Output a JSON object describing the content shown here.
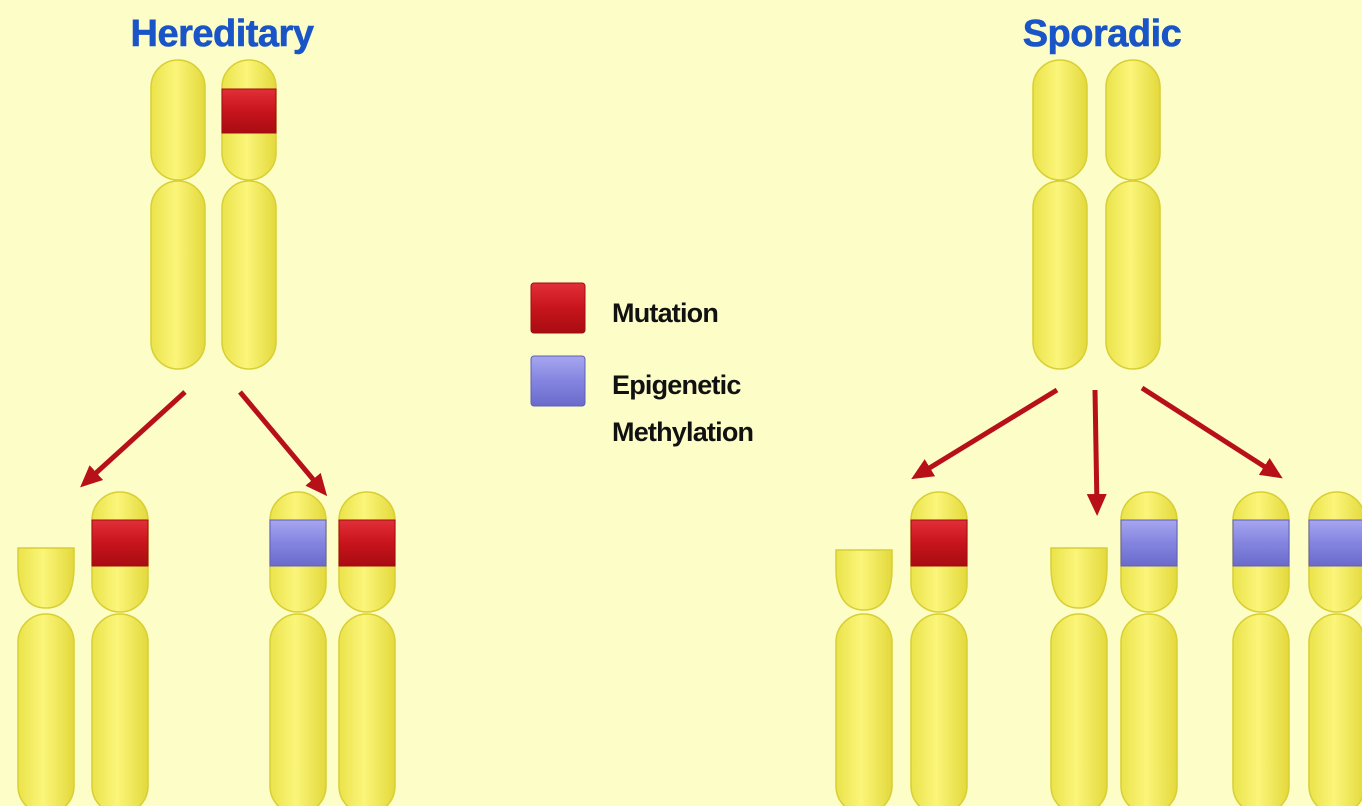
{
  "titles": {
    "hereditary": "Hereditary",
    "sporadic": "Sporadic"
  },
  "legend": {
    "mutation_label": "Mutation",
    "methylation_label_line1": "Epigenetic",
    "methylation_label_line2": "Methylation"
  },
  "colors": {
    "background": "#fdfdc8",
    "chromosome": "#f6ee55",
    "chromosome_outline": "#d8cf34",
    "mutation": "#c8141c",
    "methylation": "#8484e0",
    "arrow": "#b81018",
    "title": "#1a55c8"
  }
}
